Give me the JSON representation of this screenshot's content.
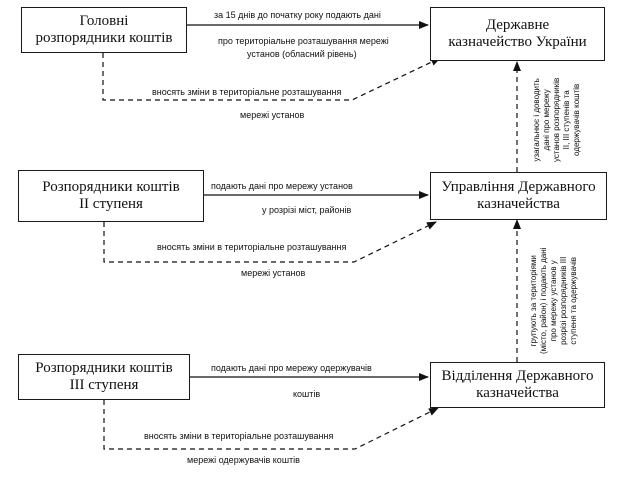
{
  "boxes": {
    "chief": {
      "line1": "Головні",
      "line2": "розпорядники коштів"
    },
    "treasury": {
      "line1": "Державне",
      "line2": "казначейство України"
    },
    "second": {
      "line1": "Розпорядники коштів",
      "line2": "II ступеня"
    },
    "treasury_admin": {
      "line1": "Управління Державного",
      "line2": "казначейства"
    },
    "third": {
      "line1": "Розпорядники коштів",
      "line2": "III ступеня"
    },
    "treasury_dept": {
      "line1": "Відділення Державного",
      "line2": "казначейства"
    }
  },
  "labels": {
    "chief_submit_1": "за 15 днів до початку року подають дані",
    "chief_submit_2": "про територіальне розташування мережі",
    "chief_submit_3": "установ (обласний рівень)",
    "chief_changes_1": "вносять зміни в територіальне розташування",
    "chief_changes_2": "мережі установ",
    "second_submit_1": "подають дані про мережу установ",
    "second_submit_2": "у розрізі міст, районів",
    "second_changes_1": "вносять зміни в територіальне розташування",
    "second_changes_2": "мережі установ",
    "third_submit_1": "подають дані про мережу одержувачів",
    "third_submit_2": "коштів",
    "third_changes_1": "вносять зміни в територіальне розташування",
    "third_changes_2": "мережі одержувачів коштів"
  },
  "vertical_labels": {
    "admin_to_treasury": [
      "узагальнює і доводить",
      "дані про мережу",
      "установ розпорядників",
      "II, III ступенів та",
      "одержувачів коштів"
    ],
    "dept_to_admin": [
      "групують за територіями",
      "(місто, район) і подають дані",
      "про мережу установ у",
      "розрізі розпорядників III",
      "ступеня та одержувачів"
    ]
  }
}
